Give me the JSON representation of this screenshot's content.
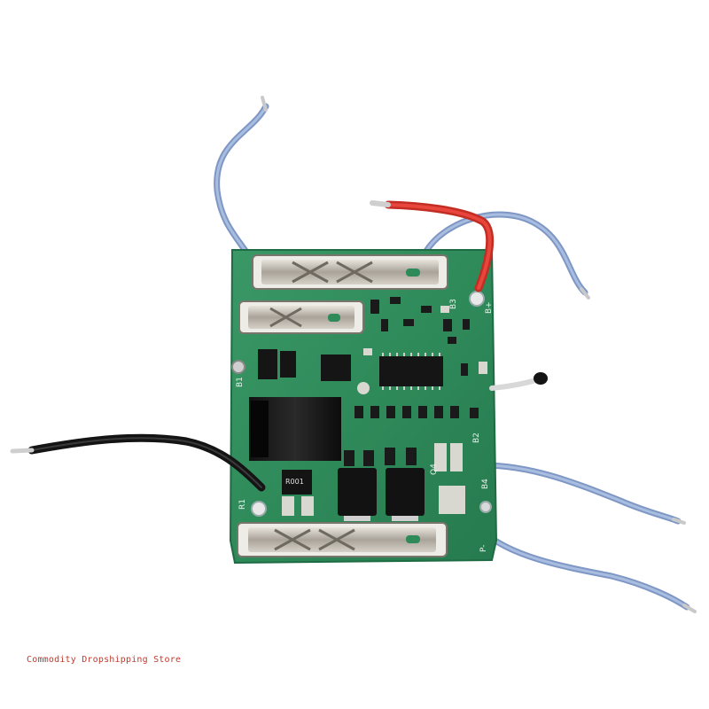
{
  "watermark": {
    "store_name": "Commodity Dropshipping Store"
  },
  "product": {
    "board_markings": [
      "B3",
      "B+",
      "B1",
      "B2",
      "R1",
      "B4",
      "P-",
      "Q4",
      "R001"
    ]
  },
  "colors": {
    "background": "#ffffff",
    "pcb_green": "#2f8a5a",
    "wire_blue": "#8aa3cf",
    "wire_red": "#d9362b",
    "wire_black": "#1b1b1b",
    "watermark_text": "#c0392b"
  }
}
